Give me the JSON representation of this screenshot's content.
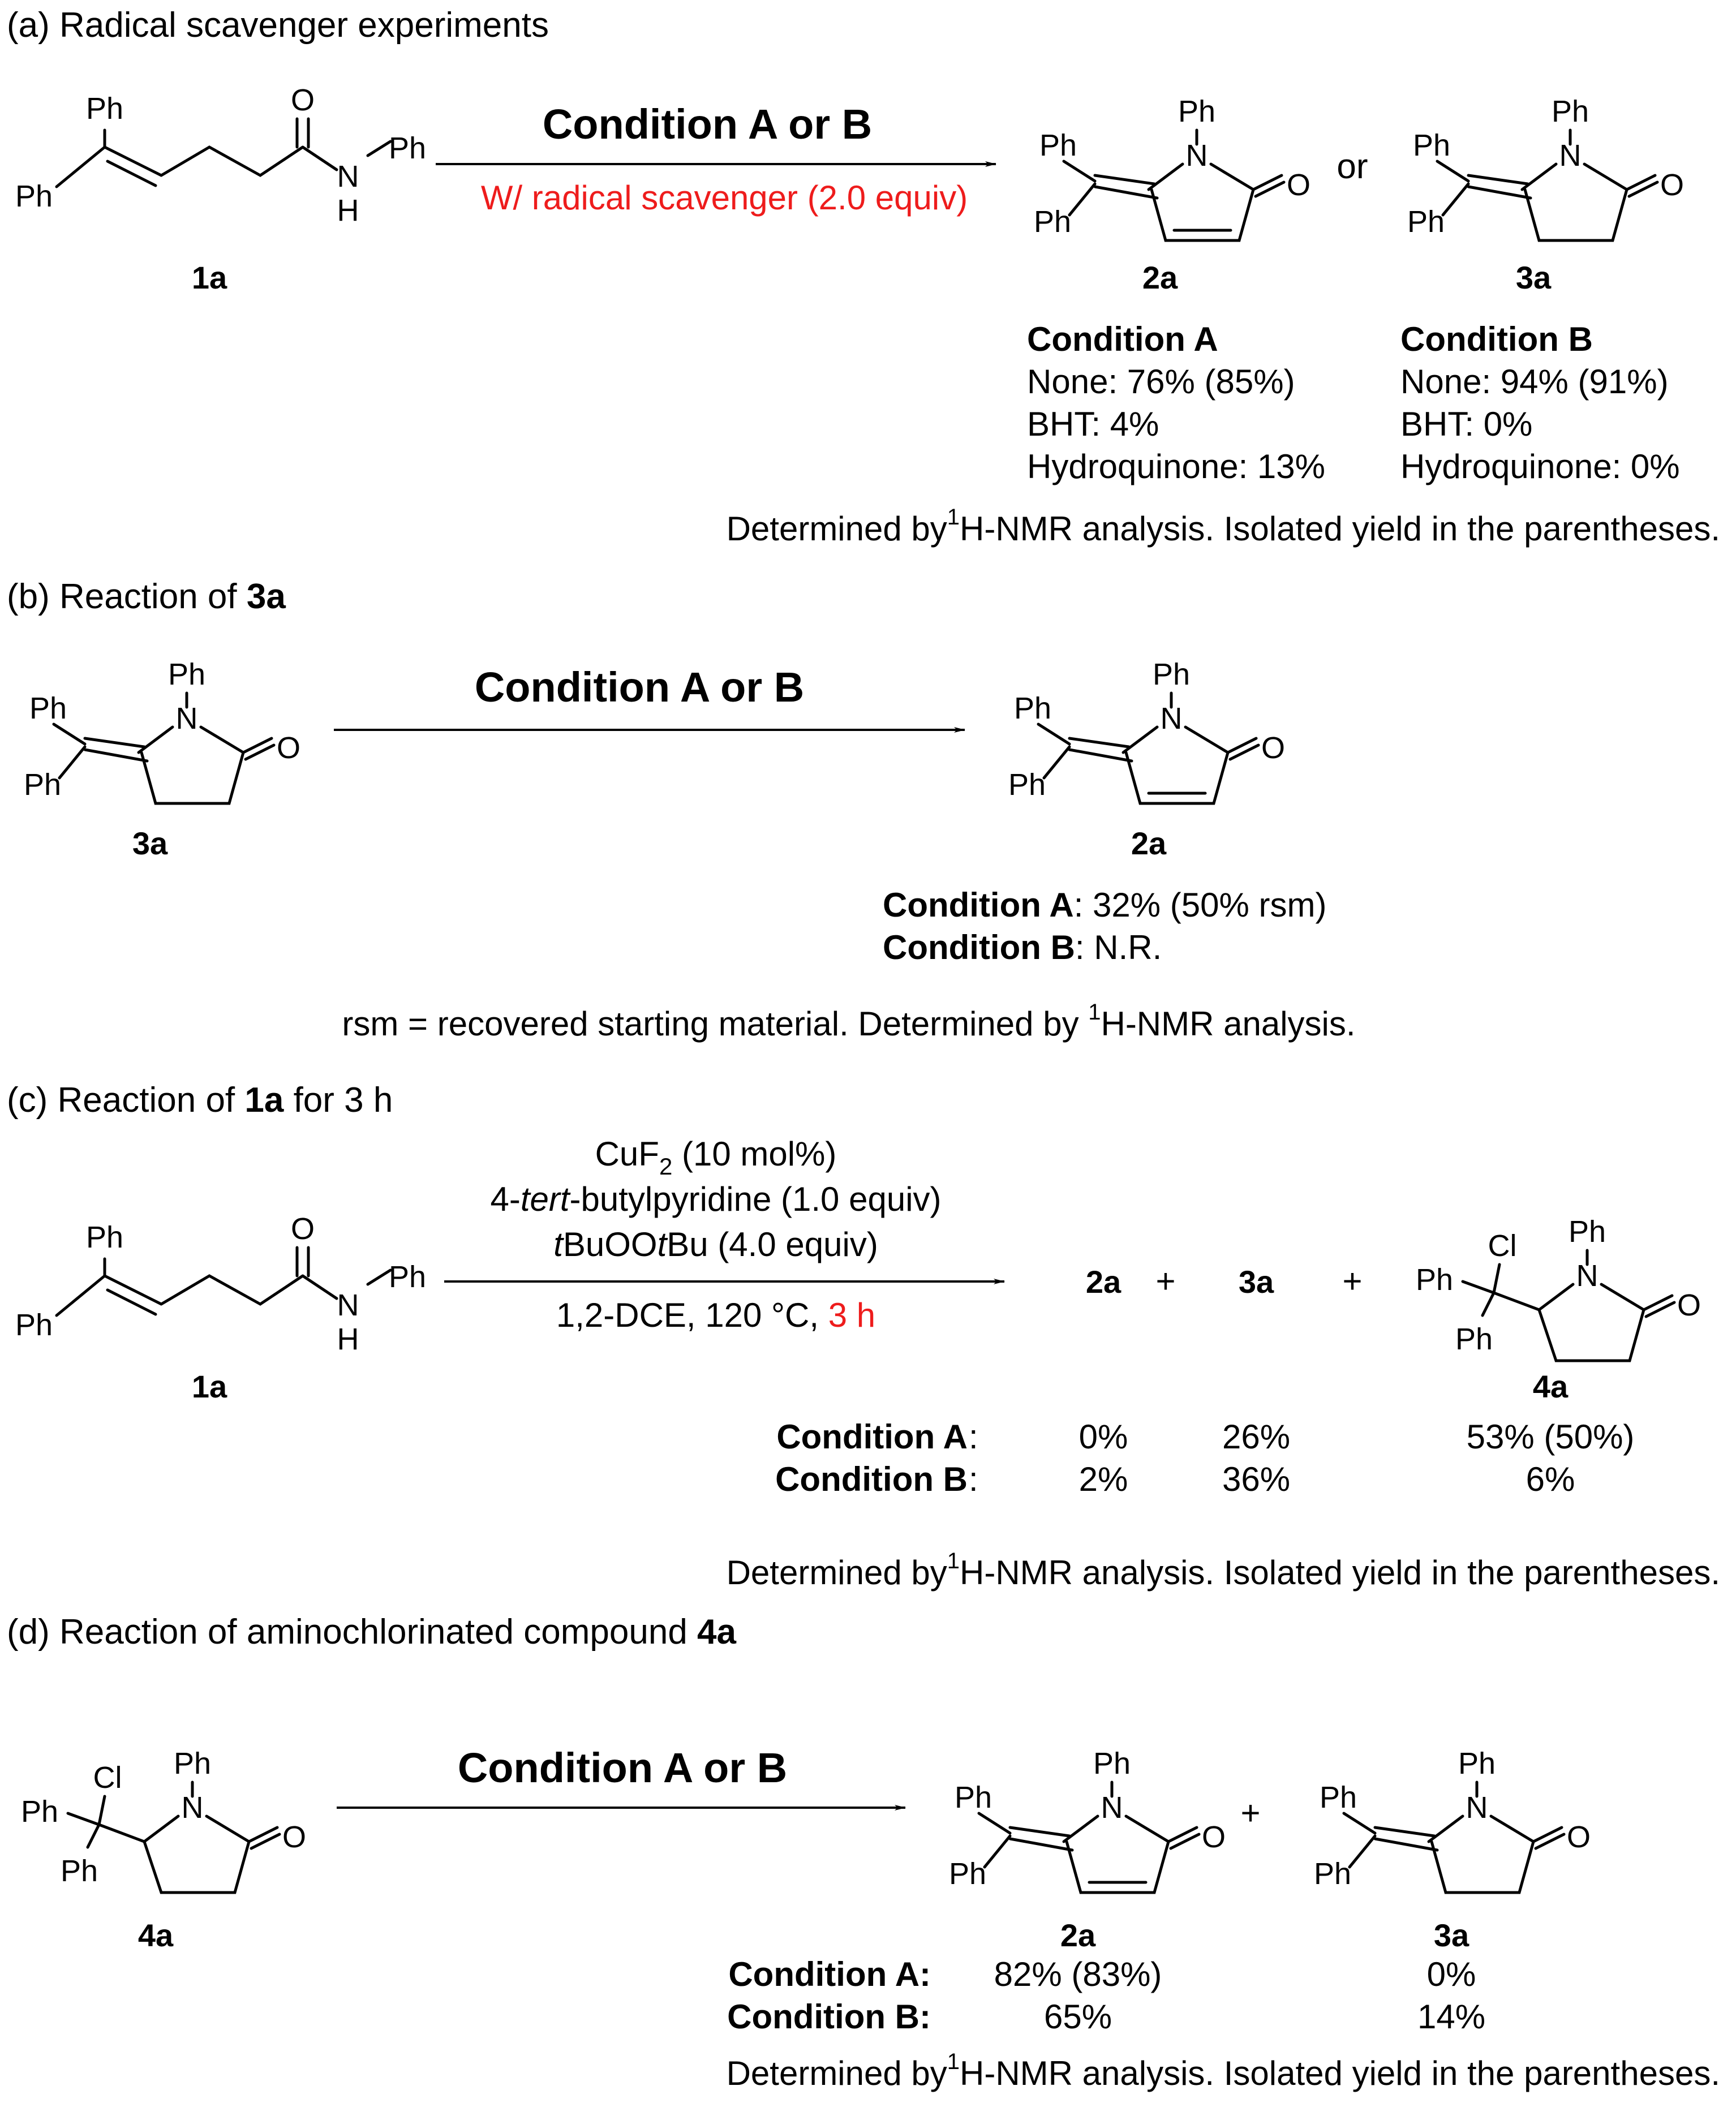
{
  "sections": {
    "a": {
      "title": "(a) Radical scavenger experiments",
      "condition": "Condition A or B",
      "reagent": "W/ radical scavenger (2.0 equiv)",
      "or": "or",
      "condA": {
        "header": "Condition A",
        "rows": [
          "None: 76% (85%)",
          "BHT: 4%",
          "Hydroquinone: 13%"
        ]
      },
      "condB": {
        "header": "Condition B",
        "rows": [
          "None: 94% (91%)",
          "BHT: 0%",
          "Hydroquinone: 0%"
        ]
      },
      "note_pre": "Determined by",
      "note_post": "H-NMR analysis. Isolated yield in the parentheses."
    },
    "b": {
      "title_pre": "(b) Reaction of ",
      "title_bold": "3a",
      "condition": "Condition A or B",
      "resA_label": "Condition A",
      "resA_value": ": 32% (50% rsm)",
      "resB_label": "Condition B",
      "resB_value": ": N.R.",
      "note_pre": "rsm = recovered starting material. Determined by ",
      "note_post": "H-NMR analysis."
    },
    "c": {
      "title_pre": "(c) Reaction of ",
      "title_bold": "1a",
      "title_post": " for 3 h",
      "reagent_line1_pre": "CuF",
      "reagent_line1_sub": "2",
      "reagent_line1_post": " (10 mol%)",
      "reagent_line2_pre": "4-",
      "reagent_line2_it": "tert",
      "reagent_line2_post": "-butylpyridine (1.0 equiv)",
      "reagent_line3_it1": "t",
      "reagent_line3_mid": "BuOO",
      "reagent_line3_it2": "t",
      "reagent_line3_post": "Bu (4.0 equiv)",
      "solvent": "1,2-DCE, 120 °C, ",
      "time": "3 h",
      "plus": "+",
      "rowA": {
        "label": "Condition A",
        "colon": ":",
        "v2a": "0%",
        "v3a": "26%",
        "v4a": "53% (50%)"
      },
      "rowB": {
        "label": "Condition B",
        "colon": ":",
        "v2a": "2%",
        "v3a": "36%",
        "v4a": "6%"
      },
      "note_pre": "Determined by",
      "note_post": "H-NMR analysis. Isolated yield in the parentheses."
    },
    "d": {
      "title_pre": "(d) Reaction of aminochlorinated compound ",
      "title_bold": "4a",
      "condition": "Condition A or B",
      "plus": "+",
      "rowA": {
        "label": "Condition A:",
        "v2a": "82% (83%)",
        "v3a": "0%"
      },
      "rowB": {
        "label": "Condition B:",
        "v2a": "65%",
        "v3a": "14%"
      },
      "note_pre": "Determined by",
      "note_post": "H-NMR analysis. Isolated yield in the parentheses."
    }
  },
  "compounds": {
    "c1a": "1a",
    "c2a": "2a",
    "c3a": "3a",
    "c4a": "4a"
  },
  "atoms": {
    "Ph": "Ph",
    "N": "N",
    "O": "O",
    "H": "H",
    "Cl": "Cl",
    "sup1": "1"
  },
  "colors": {
    "highlight": "#ee1c1c"
  }
}
